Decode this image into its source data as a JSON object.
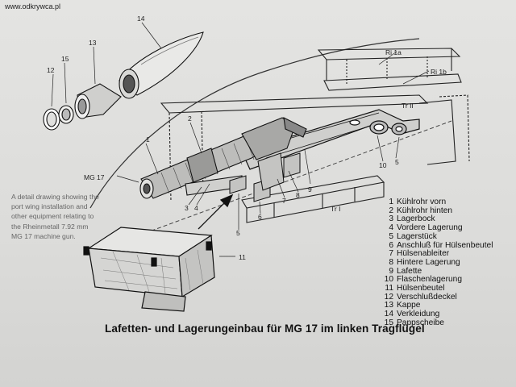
{
  "watermark": "www.odkrywca.pl",
  "caption_en": "A detail drawing showing the port wing installation and other equipment relating to the Rheinmetall 7.92 mm MG 17 machine gun.",
  "title_de": "Lafetten- und Lagerungeinbau für MG 17  im linken Tragflügel",
  "diagram_labels": {
    "mg17": "MG 17",
    "ri1a": "Ri 1a",
    "ri1b": "Ri 1b",
    "tr2": "Tr II",
    "tr1": "Tr I",
    "n1": "1",
    "n2": "2",
    "n3": "3",
    "n4": "4",
    "n5": "5",
    "n5b": "5",
    "n6": "6",
    "n7": "7",
    "n8": "8",
    "n9": "9",
    "n10": "10",
    "n11": "11",
    "n12": "12",
    "n13": "13",
    "n14": "14",
    "n15": "15"
  },
  "legend": [
    {
      "num": "1",
      "text": "Kühlrohr vorn"
    },
    {
      "num": "2",
      "text": "Kühlrohr hinten"
    },
    {
      "num": "3",
      "text": "Lagerbock"
    },
    {
      "num": "4",
      "text": "Vordere Lagerung"
    },
    {
      "num": "5",
      "text": "Lagerstück"
    },
    {
      "num": "6",
      "text": "Anschluß für Hülsenbeutel"
    },
    {
      "num": "7",
      "text": "Hülsenableiter"
    },
    {
      "num": "8",
      "text": "Hintere Lagerung"
    },
    {
      "num": "9",
      "text": "Lafette"
    },
    {
      "num": "10",
      "text": "Flaschenlagerung"
    },
    {
      "num": "11",
      "text": "Hülsenbeutel"
    },
    {
      "num": "12",
      "text": "Verschlußdeckel"
    },
    {
      "num": "13",
      "text": "Kappe"
    },
    {
      "num": "14",
      "text": "Verkleidung"
    },
    {
      "num": "15",
      "text": "Pappscheibe"
    }
  ]
}
